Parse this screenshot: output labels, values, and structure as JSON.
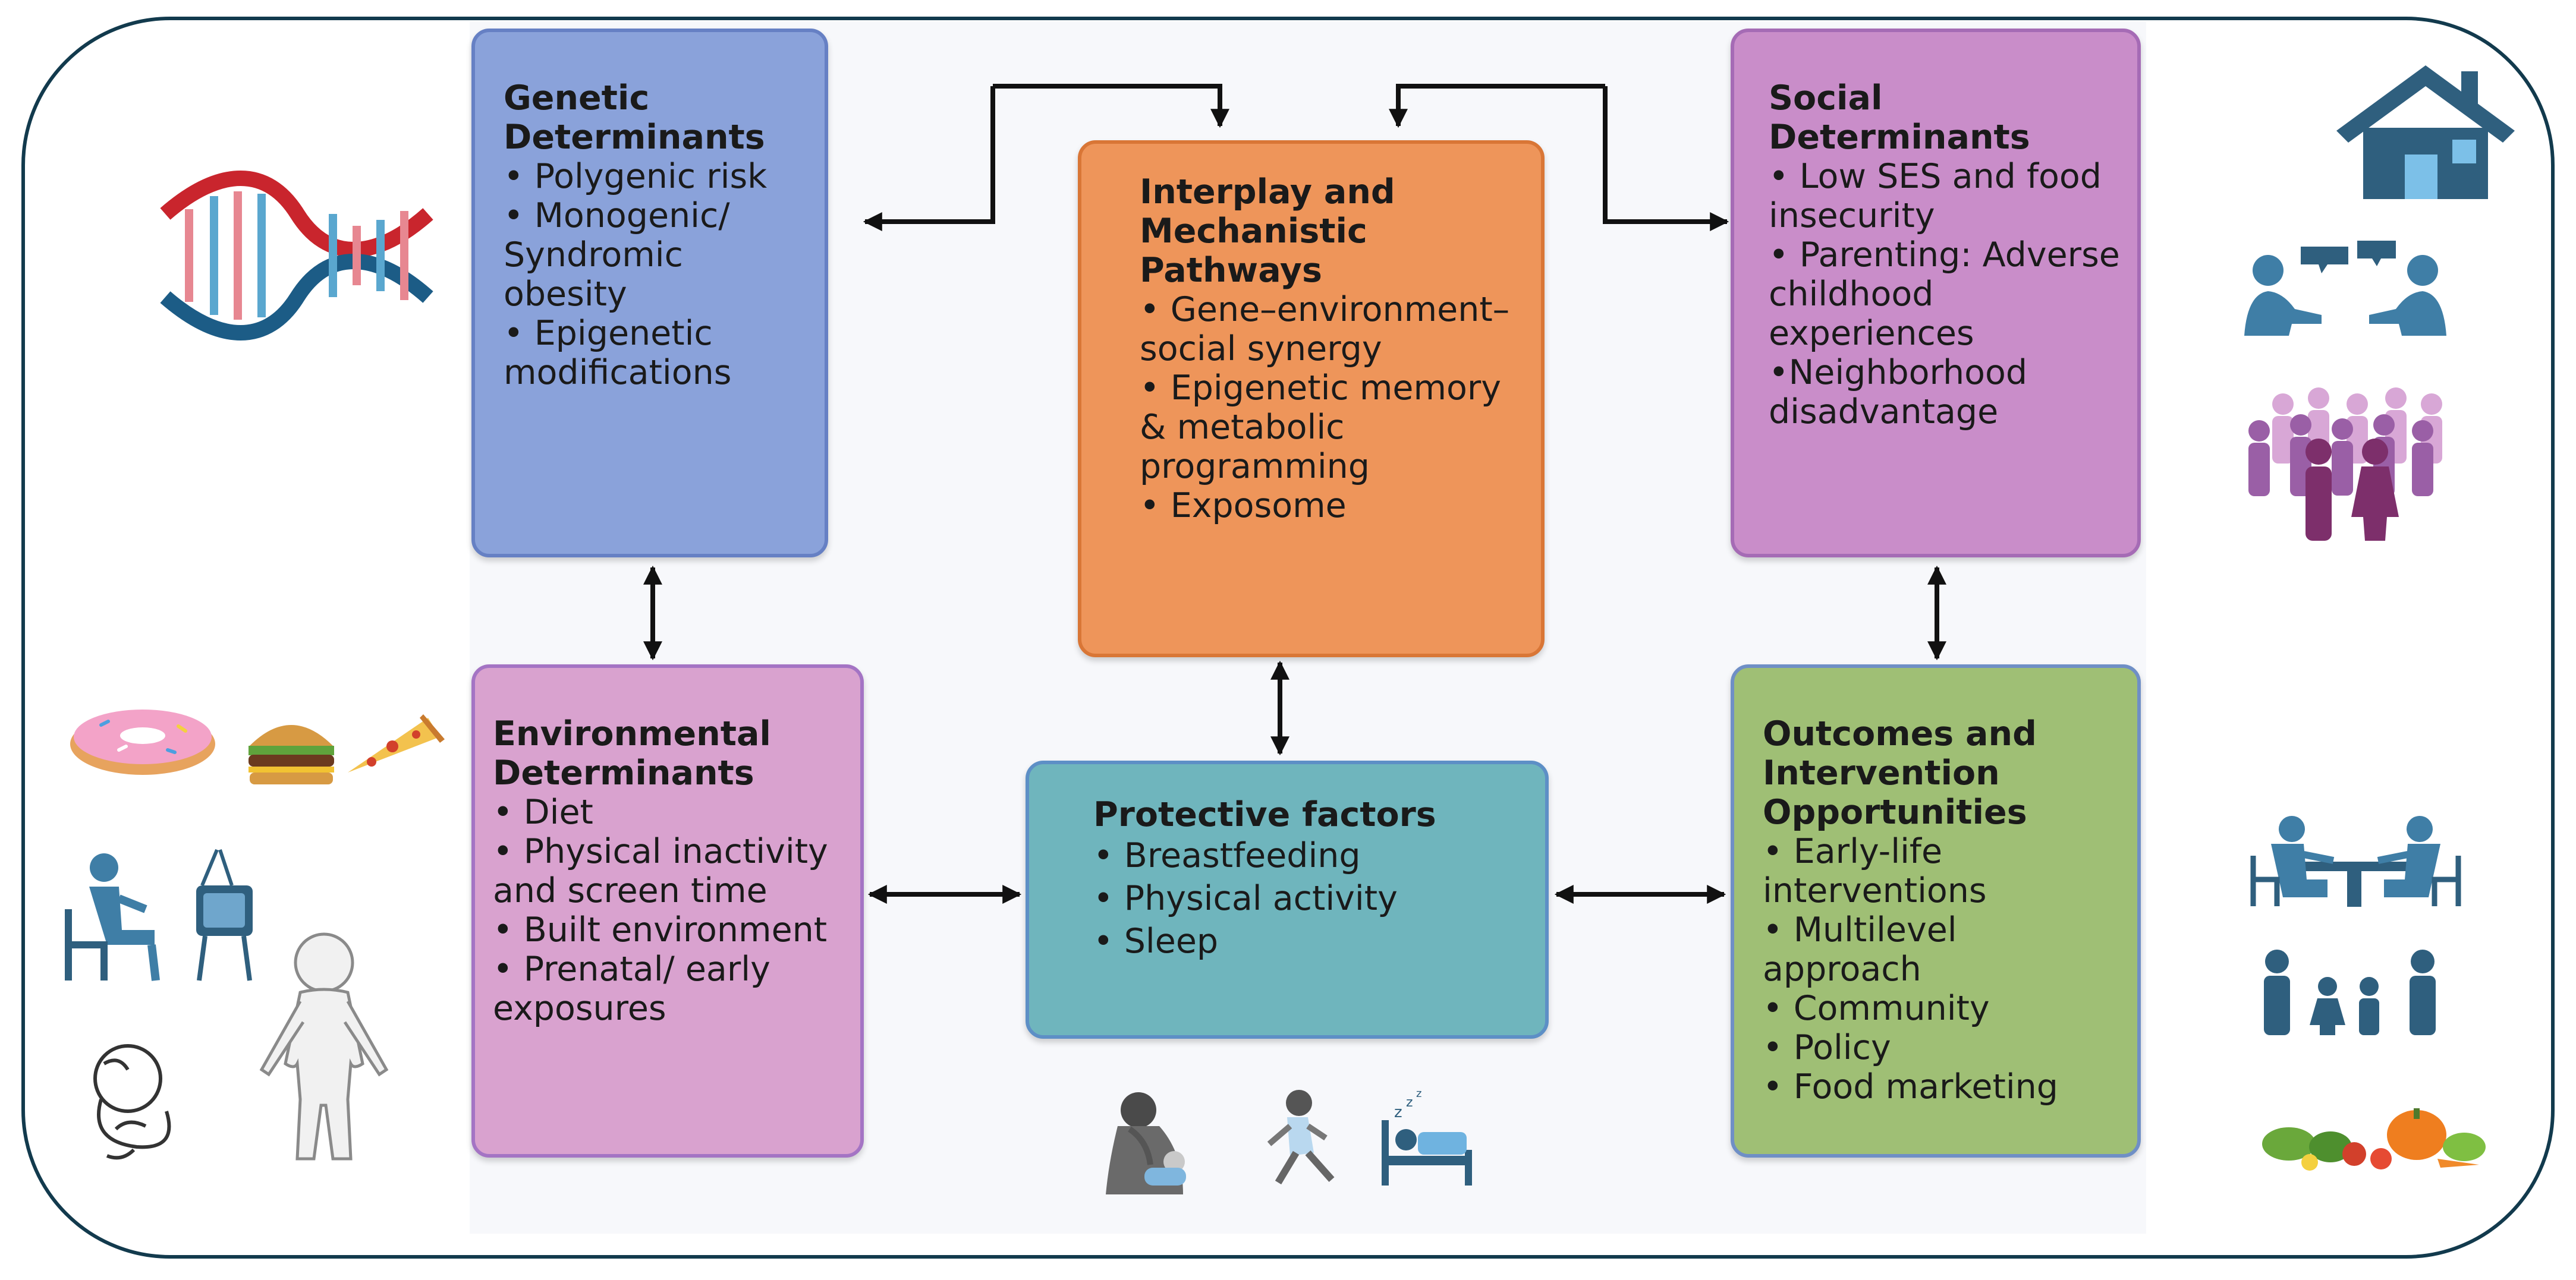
{
  "boxes": {
    "genetic": {
      "title": "Genetic Determinants",
      "items": [
        "• Polygenic risk",
        "• Monogenic/ Syndromic obesity",
        "• Epigenetic modifications"
      ],
      "fill": "#8aa2da"
    },
    "interplay": {
      "title": "Interplay and Mechanistic Pathways",
      "items": [
        "• Gene–environment–social synergy",
        "• Epigenetic memory & metabolic programming",
        "• Exposome"
      ],
      "fill": "#ee955a"
    },
    "social": {
      "title": "Social Determinants",
      "items": [
        "• Low SES and food insecurity",
        "• Parenting: Adverse childhood experiences",
        "•Neighborhood disadvantage"
      ],
      "fill": "#c98dc9"
    },
    "environmental": {
      "title": "Environmental Determinants",
      "items": [
        "• Diet",
        "• Physical inactivity and screen time",
        "• Built environment",
        "• Prenatal/ early exposures"
      ],
      "fill": "#d9a2cf"
    },
    "protective": {
      "title": "Protective factors",
      "items": [
        "• Breastfeeding",
        "• Physical activity",
        "• Sleep"
      ],
      "fill": "#6fb5bd"
    },
    "outcomes": {
      "title": "Outcomes and Intervention Opportunities",
      "items": [
        "• Early-life interventions",
        "• Multilevel approach",
        "• Community",
        "•  Policy",
        "• Food marketing"
      ],
      "fill": "#9fbf75"
    }
  },
  "icons": [
    "dna-icon",
    "donut-icon",
    "burger-icon",
    "pizza-icon",
    "person-watching-tv-icon",
    "fetus-icon",
    "child-body-icon",
    "house-icon",
    "conversation-icon",
    "crowd-icon",
    "family-meeting-icon",
    "family-icon",
    "vegetables-icon",
    "breastfeeding-mother-icon",
    "running-child-icon",
    "sleeping-bed-icon"
  ],
  "colors": {
    "frame": "#123a4d",
    "arrow": "#111111",
    "icon_blue": "#3f7ea6",
    "icon_dark": "#2f5f7e"
  }
}
